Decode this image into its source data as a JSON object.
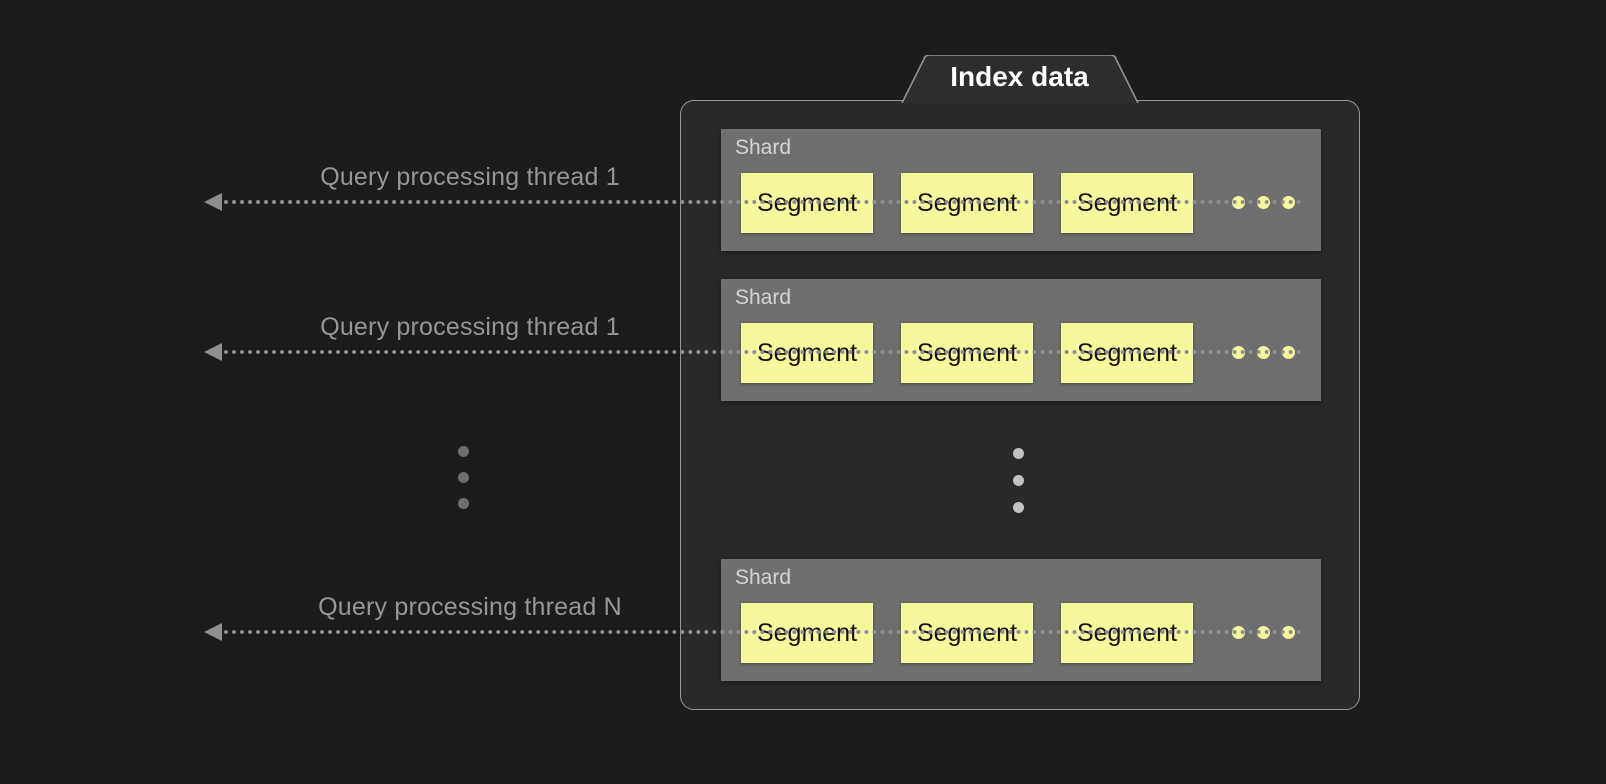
{
  "diagram": {
    "index_group": {
      "title": "Index data",
      "shards": [
        {
          "label": "Shard",
          "segments": [
            {
              "label": "Segment"
            },
            {
              "label": "Segment"
            },
            {
              "label": "Segment"
            }
          ]
        },
        {
          "label": "Shard",
          "segments": [
            {
              "label": "Segment"
            },
            {
              "label": "Segment"
            },
            {
              "label": "Segment"
            }
          ]
        },
        {
          "label": "Shard",
          "segments": [
            {
              "label": "Segment"
            },
            {
              "label": "Segment"
            },
            {
              "label": "Segment"
            }
          ]
        }
      ]
    },
    "threads": [
      {
        "label": "Query processing thread 1"
      },
      {
        "label": "Query processing thread 1"
      },
      {
        "label": "Query processing thread N"
      }
    ],
    "colors": {
      "background": "#1c1c1c",
      "container_fill": "#292929",
      "container_border": "#979797",
      "shard_fill": "#6f6f6f",
      "segment_fill": "#f7f79e",
      "segment_text": "#141414",
      "arrow": "#8e8e8e",
      "thread_label_text": "#969696",
      "title_text": "#ffffff"
    }
  }
}
